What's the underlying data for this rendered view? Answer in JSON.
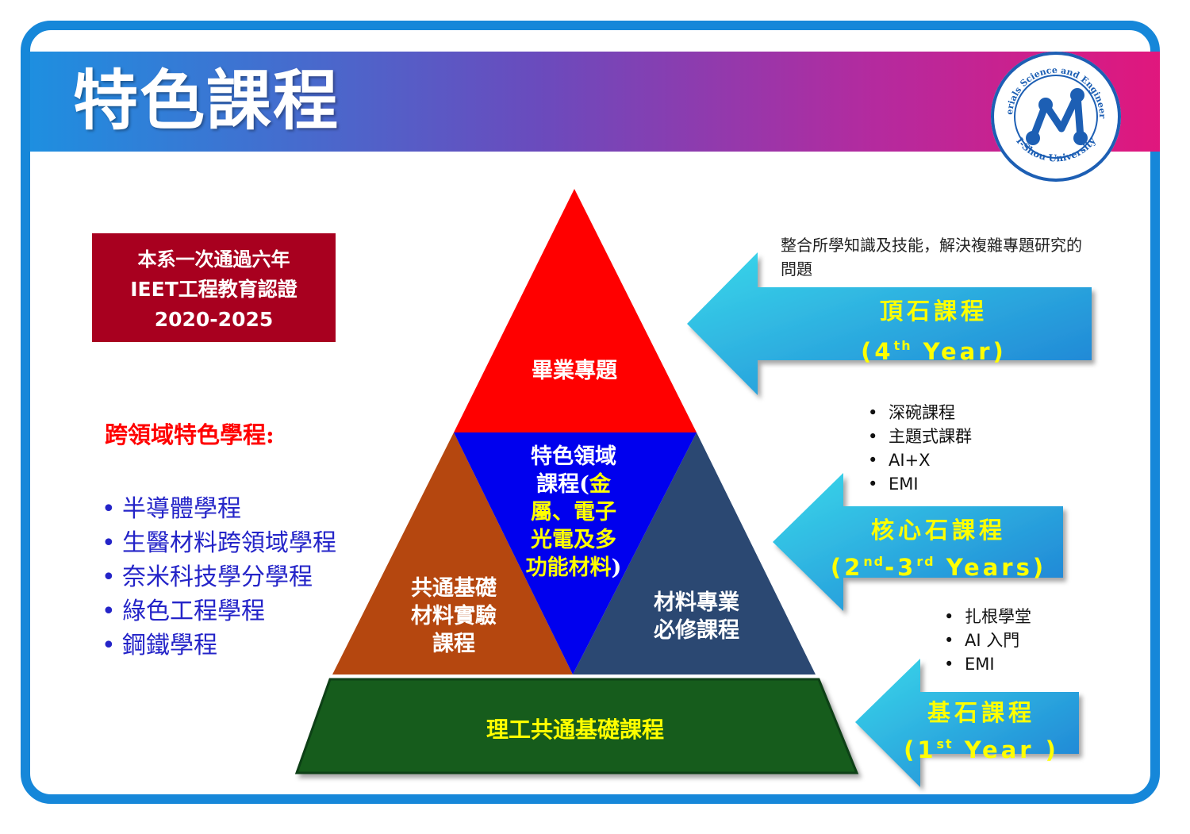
{
  "header": {
    "title": "特色課程",
    "logo": {
      "ring_text_top": "Materials Science and Engineering",
      "ring_text_bottom": "I-Shou University",
      "colors": {
        "ring": "#1d5fb4",
        "mark": "#1d5fb4"
      }
    }
  },
  "accreditation": {
    "line1": "本系一次通過六年",
    "line2": "IEET工程教育認證",
    "line3": "2020-2025"
  },
  "programs": {
    "title": "跨領域特色學程:",
    "items": [
      "半導體學程",
      "生醫材料跨領域學程",
      "奈米科技學分學程",
      "綠色工程學程",
      "鋼鐵學程"
    ]
  },
  "pyramid": {
    "top": "畢業專題",
    "feature_line1": "特色領域",
    "feature_line2a": "課程(",
    "feature_line2b": "金",
    "feature_line3": "屬、電子",
    "feature_line4": "光電及多",
    "feature_line5a": "功能材料",
    "feature_line5b": ")",
    "common_lab": [
      "共通基礎",
      "材料實驗",
      "課程"
    ],
    "required": [
      "材料專業",
      "必修課程"
    ],
    "base": "理工共通基礎課程",
    "colors": {
      "top": "#ff0000",
      "feature": "#0000ee",
      "common": "#b5470f",
      "required": "#2b4872",
      "base": "#145c1c"
    }
  },
  "capstone": {
    "note": "整合所學知識及技能，解決複雜專題研究的問題",
    "label": "頂石課程",
    "year_open": "(4",
    "year_sup": "th",
    "year_close": " Year)"
  },
  "core": {
    "bullets": [
      "深碗課程",
      "主題式課群",
      "AI+X",
      "EMI"
    ],
    "label": "核心石課程",
    "y1": "(2",
    "y1_sup": "nd",
    "y_mid": "-3",
    "y2_sup": "rd",
    "y_close": " Years)"
  },
  "cornerstone": {
    "bullets": [
      "扎根學堂",
      "AI 入門",
      "EMI"
    ],
    "label": "基石課程",
    "year_open": "(1",
    "year_sup": "st",
    "year_close": " Year )"
  },
  "colors": {
    "frame": "#1687d9",
    "arrow_light": "#3ad8ea",
    "arrow_dark": "#1e7fd4",
    "label_yellow": "#ffff00"
  }
}
